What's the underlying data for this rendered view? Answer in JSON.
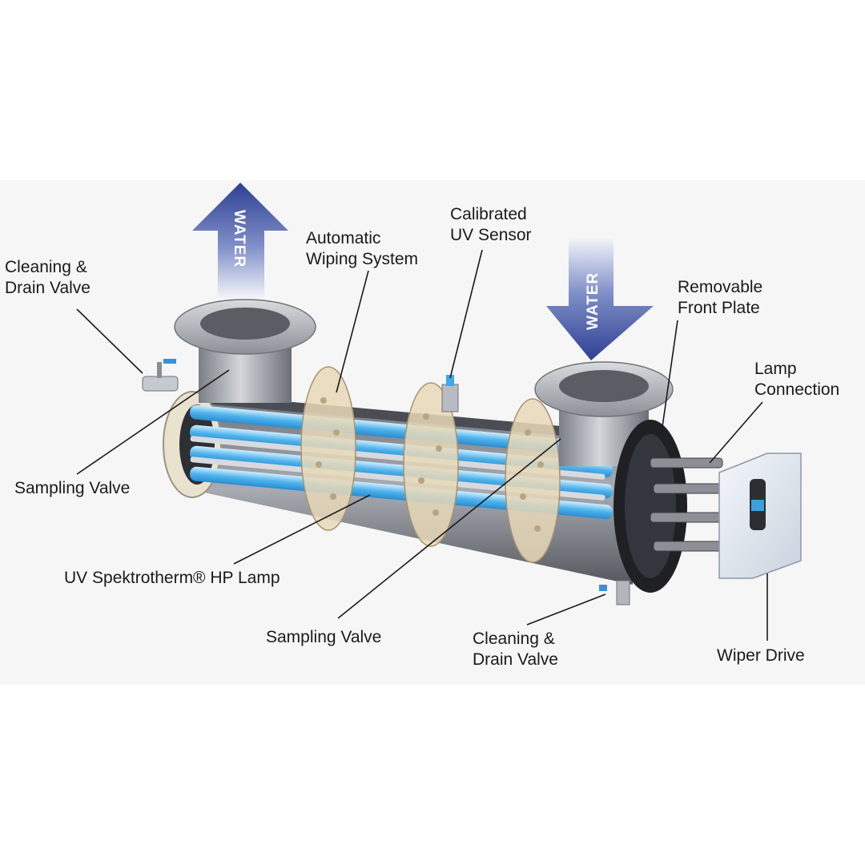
{
  "arrows": {
    "outlet_label": "WATER",
    "inlet_label": "WATER",
    "arrow_color": "#3c4fa0"
  },
  "callouts": {
    "cleaning_drain_valve_left": {
      "line1": "Cleaning &",
      "line2": "Drain Valve"
    },
    "automatic_wiping_system": {
      "line1": "Automatic",
      "line2": "Wiping System"
    },
    "calibrated_uv_sensor": {
      "line1": "Calibrated",
      "line2": "UV Sensor"
    },
    "removable_front_plate": {
      "line1": "Removable",
      "line2": "Front Plate"
    },
    "lamp_connection": {
      "line1": "Lamp",
      "line2": "Connection"
    },
    "sampling_valve_left": {
      "line1": "Sampling Valve"
    },
    "uv_lamp": {
      "line1": "UV Spektrotherm® HP Lamp"
    },
    "sampling_valve_bottom": {
      "line1": "Sampling Valve"
    },
    "cleaning_drain_valve_bottom": {
      "line1": "Cleaning &",
      "line2": "Drain Valve"
    },
    "wiper_drive": {
      "line1": "Wiper Drive"
    }
  },
  "colors": {
    "panel_background": "#f6f6f6",
    "uv_lamp": "#5ab8ec",
    "chamber_metal": "#9a9ea6",
    "wiper_plate": "#e8d8b8"
  }
}
